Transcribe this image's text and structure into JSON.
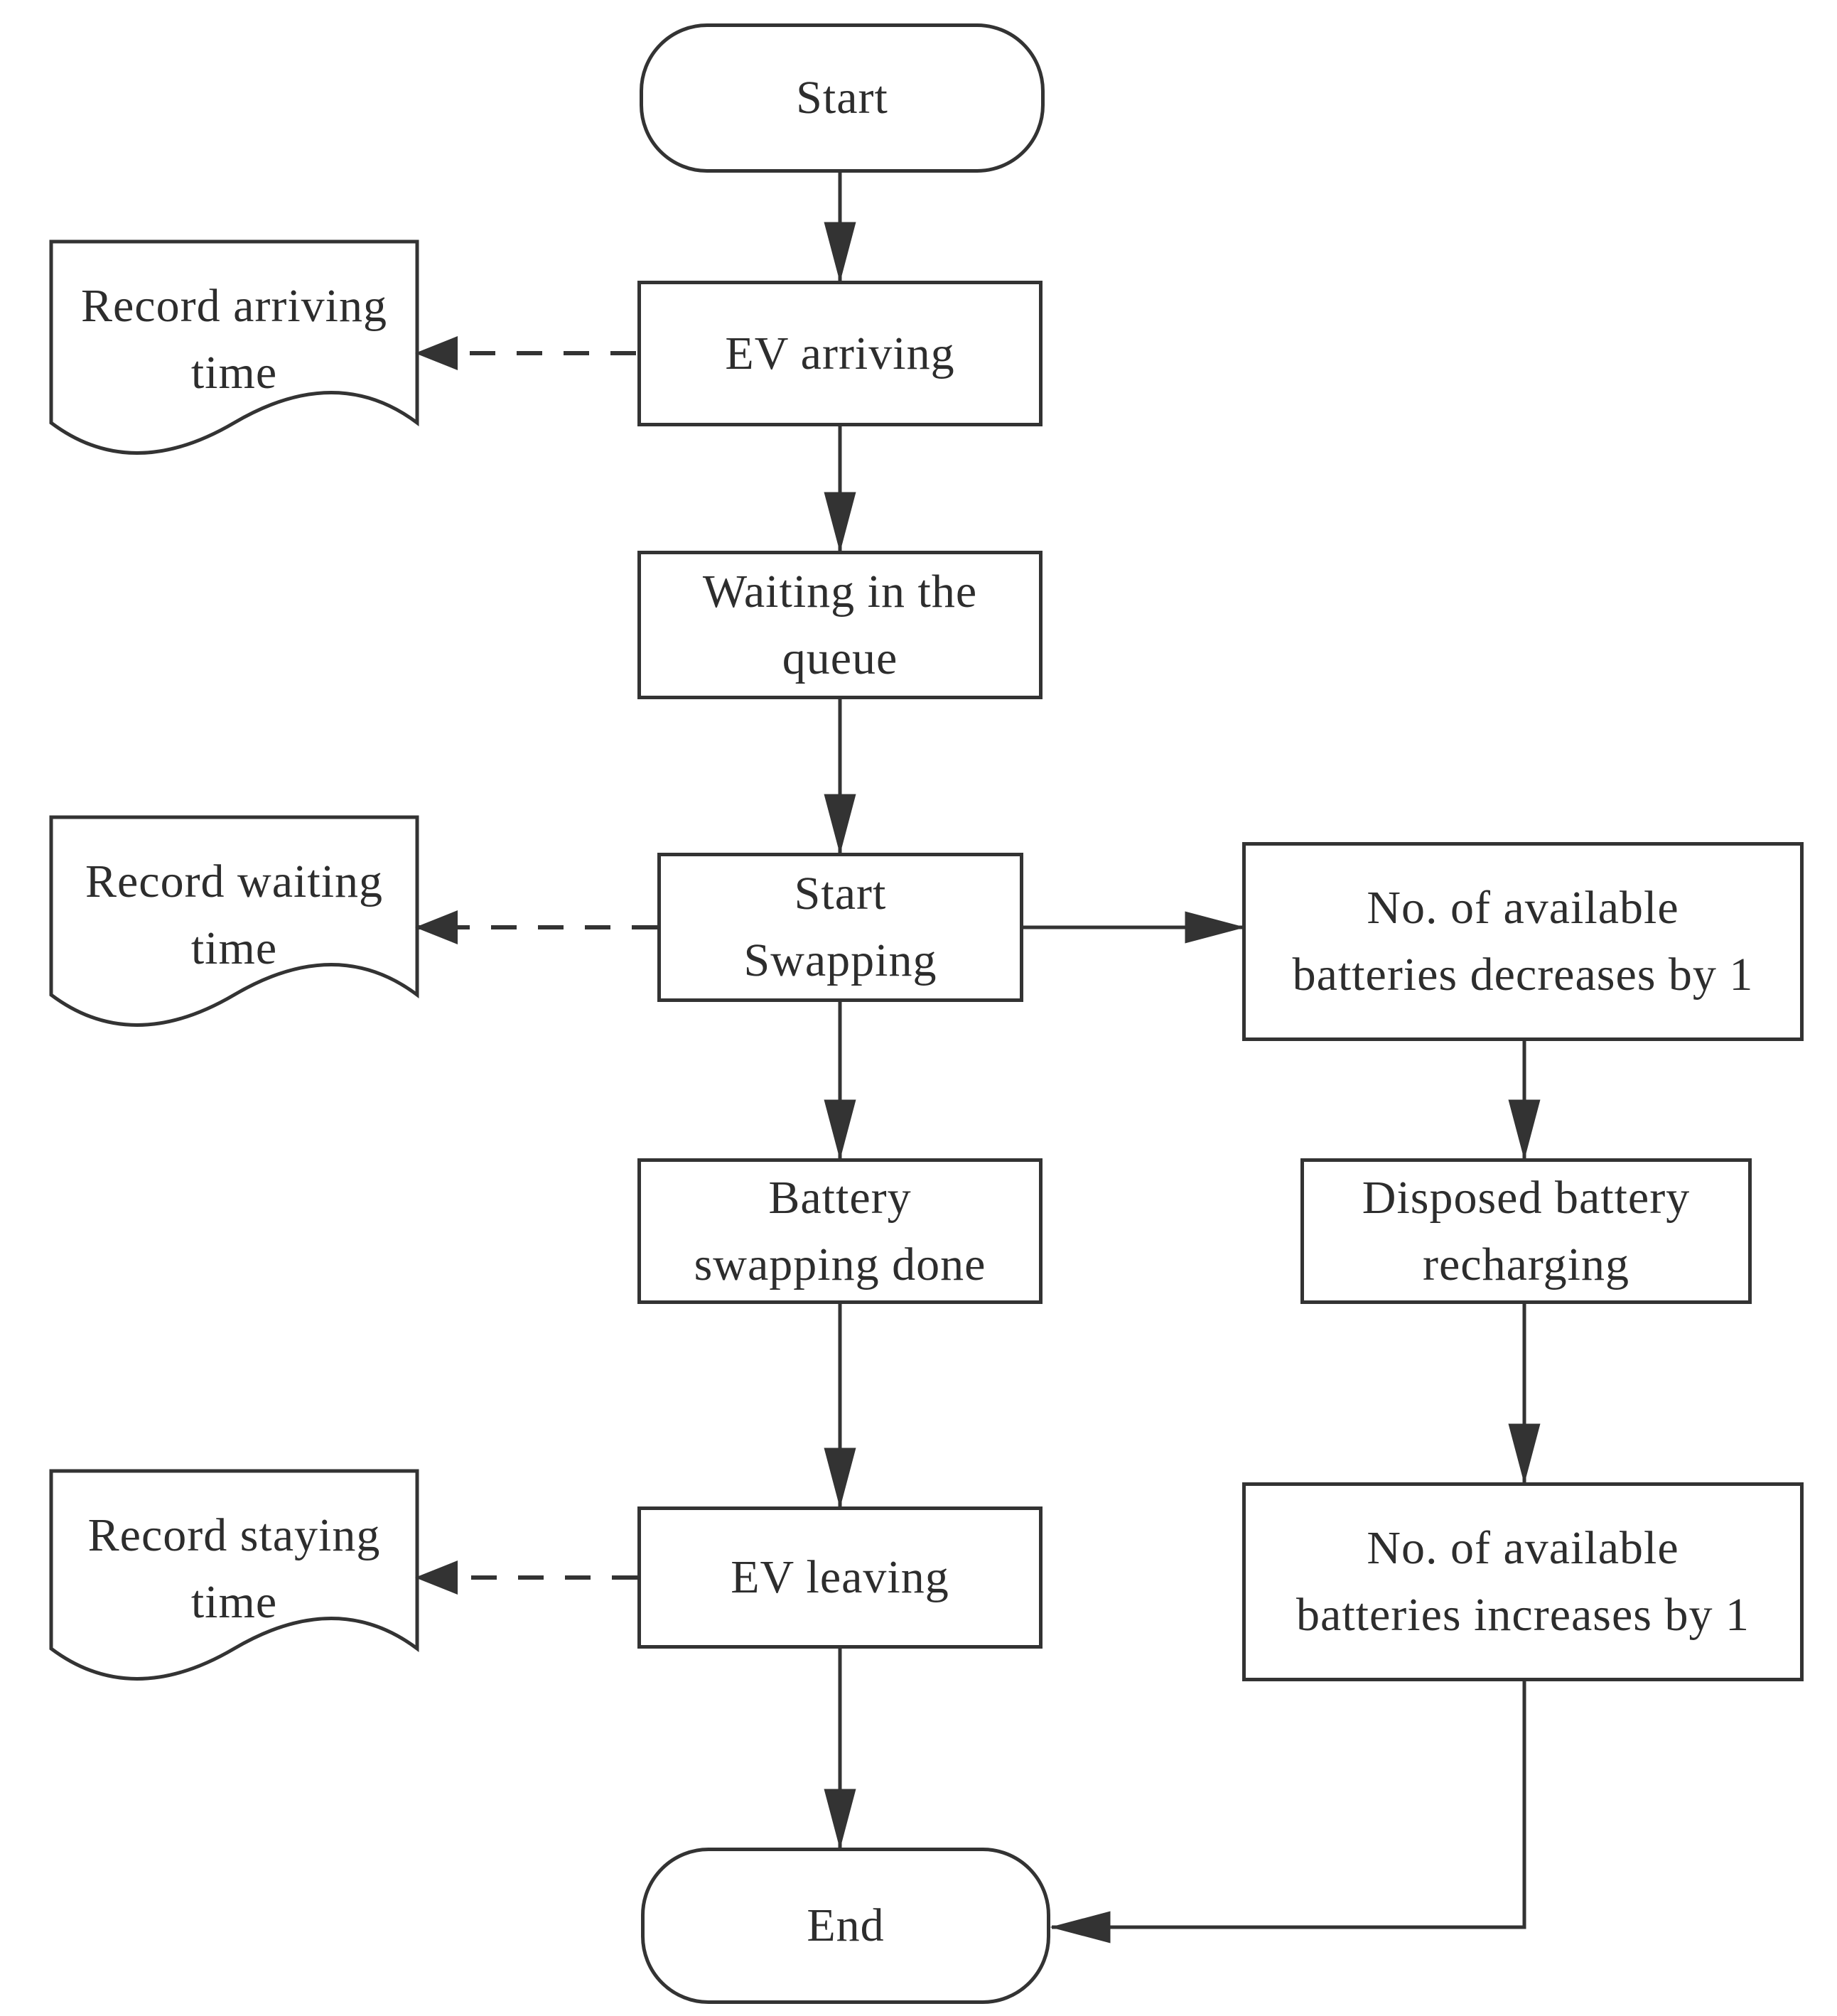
{
  "page": {
    "background": "#ffffff"
  },
  "colors": {
    "stroke": "#333333",
    "text": "#2d2d2d",
    "node_fill": "#ffffff"
  },
  "flowchart": {
    "nodes": {
      "start": {
        "label": "Start",
        "shape": "terminator"
      },
      "ev_arriving": {
        "label": "EV arriving",
        "shape": "process"
      },
      "record_arriving": {
        "label": "Record arriving\ntime",
        "shape": "document"
      },
      "waiting": {
        "label": "Waiting in the\nqueue",
        "shape": "process"
      },
      "start_swapping": {
        "label": "Start\nSwapping",
        "shape": "process"
      },
      "record_waiting": {
        "label": "Record waiting\ntime",
        "shape": "document"
      },
      "batteries_decrease": {
        "label": "No. of available\nbatteries decreases by 1",
        "shape": "process"
      },
      "battery_swapping_done": {
        "label": "Battery\nswapping done",
        "shape": "process"
      },
      "disposed_recharging": {
        "label": "Disposed battery\nrecharging",
        "shape": "process"
      },
      "ev_leaving": {
        "label": "EV leaving",
        "shape": "process"
      },
      "record_staying": {
        "label": "Record staying\ntime",
        "shape": "document"
      },
      "batteries_increase": {
        "label": "No. of available\nbatteries increases by 1",
        "shape": "process"
      },
      "end": {
        "label": "End",
        "shape": "terminator"
      }
    },
    "edges": [
      {
        "from": "start",
        "to": "ev_arriving",
        "style": "solid"
      },
      {
        "from": "ev_arriving",
        "to": "record_arriving",
        "style": "dashed"
      },
      {
        "from": "ev_arriving",
        "to": "waiting",
        "style": "solid"
      },
      {
        "from": "waiting",
        "to": "start_swapping",
        "style": "solid"
      },
      {
        "from": "start_swapping",
        "to": "record_waiting",
        "style": "dashed"
      },
      {
        "from": "start_swapping",
        "to": "batteries_decrease",
        "style": "solid"
      },
      {
        "from": "start_swapping",
        "to": "battery_swapping_done",
        "style": "solid"
      },
      {
        "from": "batteries_decrease",
        "to": "disposed_recharging",
        "style": "solid"
      },
      {
        "from": "battery_swapping_done",
        "to": "ev_leaving",
        "style": "solid"
      },
      {
        "from": "disposed_recharging",
        "to": "batteries_increase",
        "style": "solid"
      },
      {
        "from": "ev_leaving",
        "to": "record_staying",
        "style": "dashed"
      },
      {
        "from": "ev_leaving",
        "to": "end",
        "style": "solid"
      },
      {
        "from": "batteries_increase",
        "to": "end",
        "style": "solid"
      }
    ]
  }
}
